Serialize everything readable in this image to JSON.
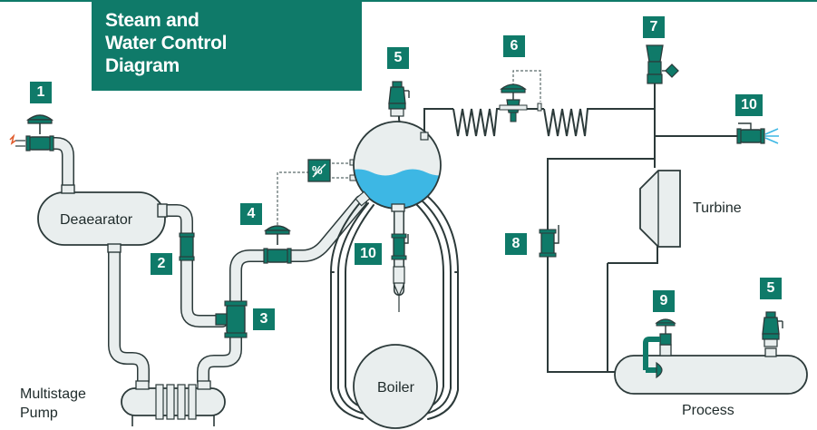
{
  "title": {
    "line1": "Steam and",
    "line2": "Water Control",
    "line3": "Diagram"
  },
  "labels": {
    "deaerator": "Deaearator",
    "turbine": "Turbine",
    "boiler": "Boiler",
    "process": "Process",
    "pump_line1": "Multistage",
    "pump_line2": "Pump",
    "controller_symbol": "%"
  },
  "badges": [
    "1",
    "2",
    "3",
    "4",
    "5",
    "6",
    "7",
    "8",
    "9",
    "10",
    "5",
    "10"
  ],
  "colors": {
    "accent": "#0f7a69",
    "water": "#3db7e4",
    "pipe": "#e9eeee",
    "outline": "#2c3a3a"
  }
}
